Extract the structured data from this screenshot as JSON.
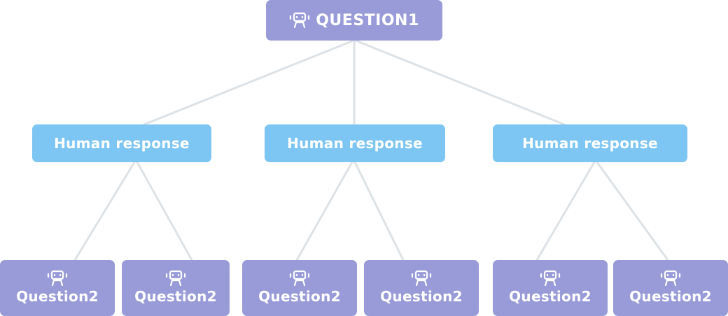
{
  "root": {
    "label": "QUESTION1",
    "icon": "robot-icon"
  },
  "responses": [
    {
      "label": "Human response"
    },
    {
      "label": "Human response"
    },
    {
      "label": "Human response"
    }
  ],
  "leaves": [
    {
      "label": "Question2",
      "icon": "robot-icon"
    },
    {
      "label": "Question2",
      "icon": "robot-icon"
    },
    {
      "label": "Question2",
      "icon": "robot-icon"
    },
    {
      "label": "Question2",
      "icon": "robot-icon"
    },
    {
      "label": "Question2",
      "icon": "robot-icon"
    },
    {
      "label": "Question2",
      "icon": "robot-icon"
    }
  ],
  "colors": {
    "question_node": "#999bd8",
    "response_node": "#7dc5f2",
    "connector": "#dde2e6",
    "text": "#ffffff"
  }
}
